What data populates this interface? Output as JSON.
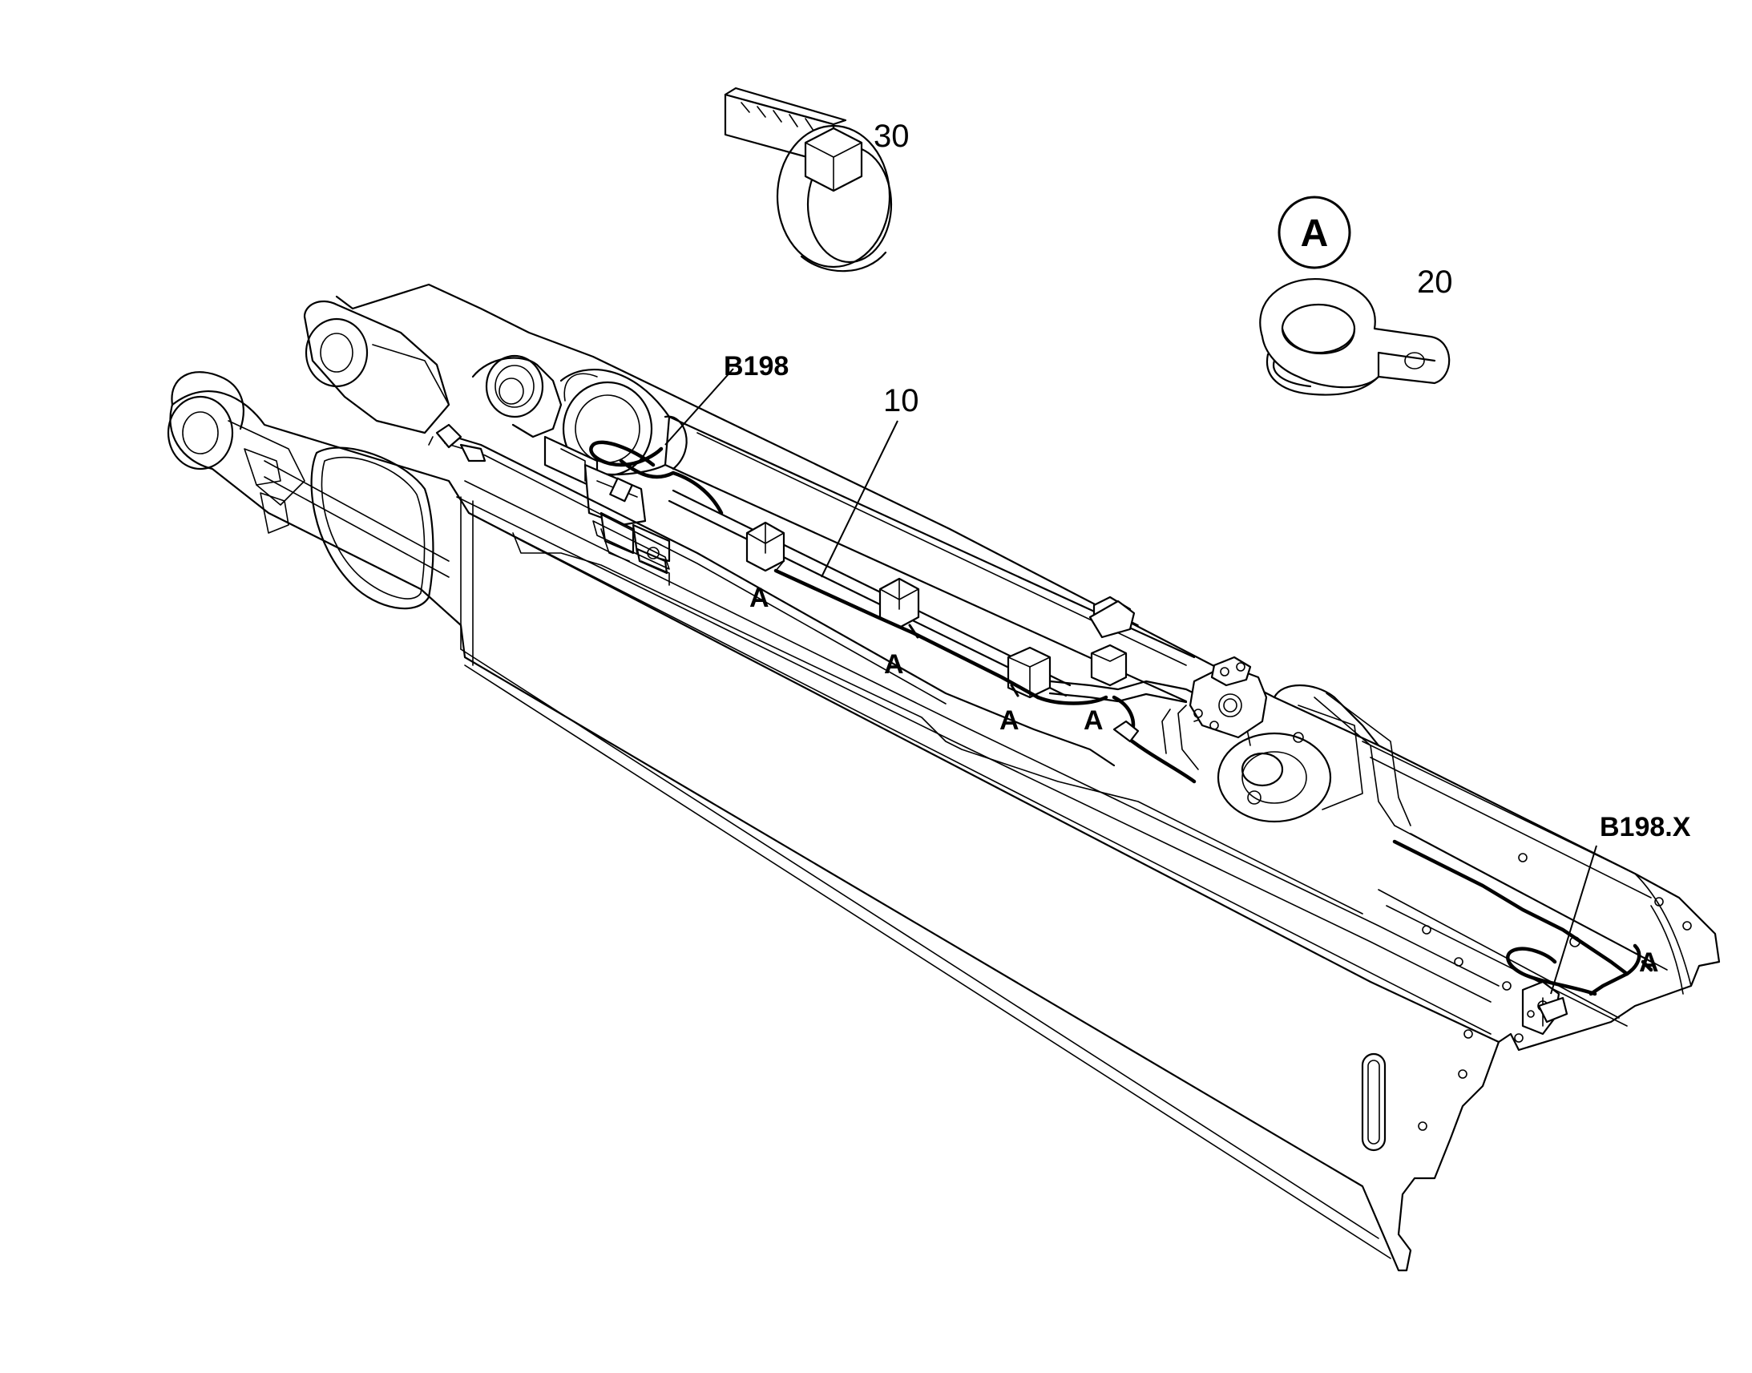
{
  "callouts": {
    "item_30": "30",
    "item_20": "20",
    "item_10": "10",
    "sensor": "B198",
    "connector": "B198.X",
    "detail_badge": "A",
    "clip_marks": [
      "A",
      "A",
      "A",
      "A",
      "A"
    ]
  }
}
